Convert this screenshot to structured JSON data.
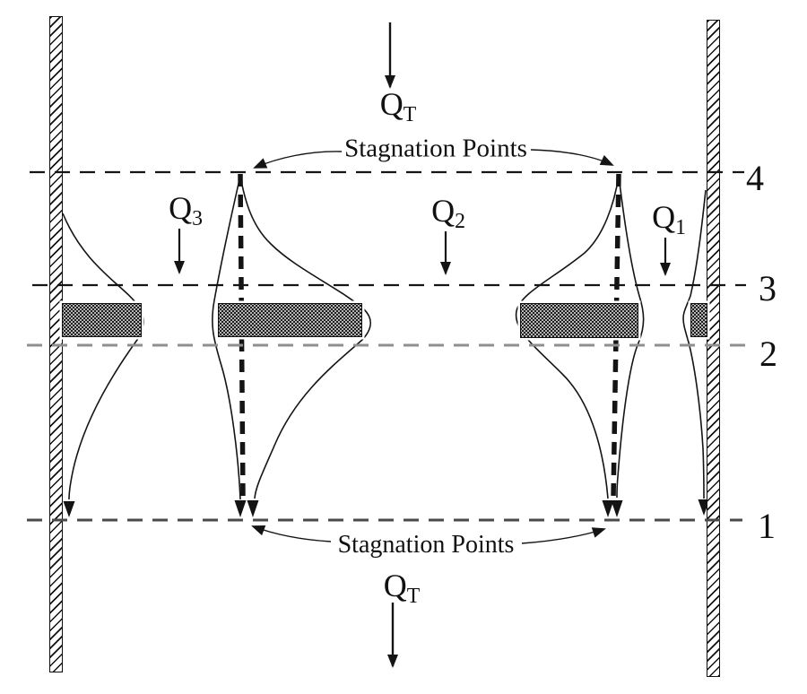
{
  "diagram": {
    "flow_labels": {
      "qt_top": {
        "base": "Q",
        "sub": "T"
      },
      "q3": {
        "base": "Q",
        "sub": "3"
      },
      "q2": {
        "base": "Q",
        "sub": "2"
      },
      "q1": {
        "base": "Q",
        "sub": "1"
      },
      "qt_bottom": {
        "base": "Q",
        "sub": "T"
      }
    },
    "annotations": {
      "stagnation_top": "Stagnation Points",
      "stagnation_bottom": "Stagnation Points"
    },
    "level_labels": {
      "l4": "4",
      "l3": "3",
      "l2": "2",
      "l1": "1"
    },
    "colors": {
      "ink": "#141414",
      "level_line_black": "#151515",
      "level_line_gray": "#8f8f8f",
      "level_line_dark_gray": "#4a4a4a",
      "baffle_fill": "#b5b5b5"
    }
  }
}
